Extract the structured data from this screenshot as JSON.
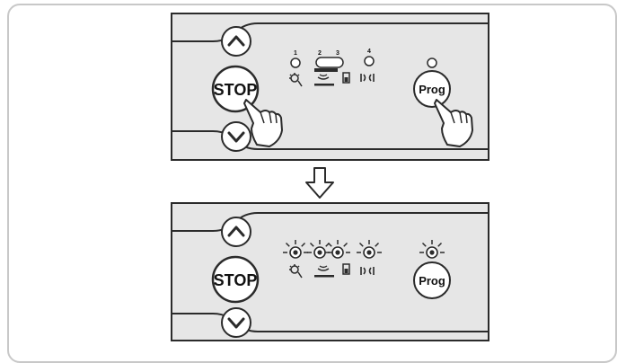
{
  "panels": {
    "top": {
      "stop_label": "STOP",
      "prog_label": "Prog",
      "led_numbers": [
        "1",
        "2",
        "3",
        "4"
      ]
    },
    "bottom": {
      "stop_label": "STOP",
      "prog_label": "Prog"
    }
  },
  "icons": {
    "up": "chevron-up-icon",
    "down": "chevron-down-icon",
    "hand": "pointing-hand-icon",
    "sun_sensor": "sun-sensor-icon",
    "wind_sensor": "wind-sensor-icon",
    "battery": "battery-icon",
    "radio": "radio-signal-icon",
    "blink": "blinking-led-icon",
    "arrow": "down-arrow-icon"
  },
  "colors": {
    "panel_bg": "#e6e6e6",
    "outline": "#2b2b2b",
    "frame": "#c8c8c8"
  }
}
